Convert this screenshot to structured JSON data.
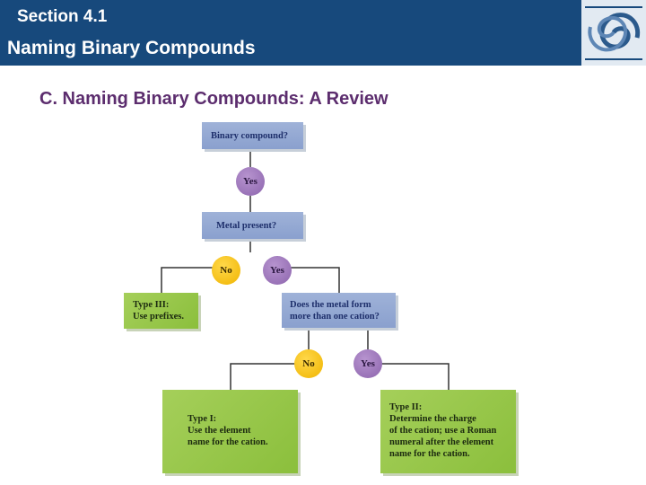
{
  "header": {
    "section": "Section 4.1",
    "title": "Naming Binary Compounds"
  },
  "subtitle": "C. Naming Binary Compounds: A Review",
  "flowchart": {
    "q1": "Binary compound?",
    "q1_yes": "Yes",
    "q2": "Metal present?",
    "q2_no": "No",
    "q2_yes": "Yes",
    "type3": [
      "Type III:",
      "Use prefixes."
    ],
    "q3": [
      "Does the metal form",
      "more than one cation?"
    ],
    "q3_no": "No",
    "q3_yes": "Yes",
    "type1": [
      "Type I:",
      "Use the element",
      "name for the cation."
    ],
    "type2": [
      "Type II:",
      "Determine the charge",
      "of the cation; use a Roman",
      "numeral after the element",
      "name for the cation."
    ]
  },
  "colors": {
    "header_bg": "#17497c",
    "subtitle": "#5c2d6e",
    "question_box": "#8aa0ce",
    "answer_box": "#8bbf3c",
    "yes_circle": "#8c64ad",
    "no_circle": "#f0b400"
  },
  "icons": {
    "logo": "swirl-logo-icon"
  }
}
